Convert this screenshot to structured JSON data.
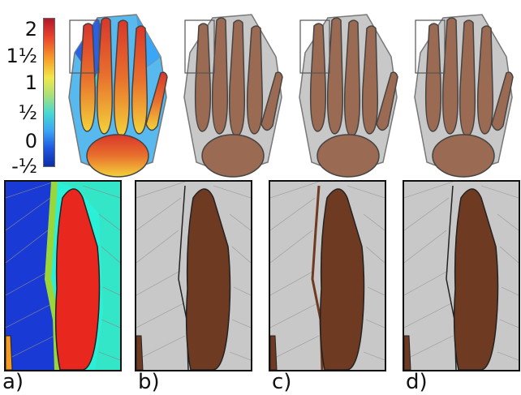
{
  "colorbar": {
    "labels": [
      "2",
      "1½",
      "1",
      "½",
      "0",
      "-½"
    ]
  },
  "panels": [
    {
      "label": "a)"
    },
    {
      "label": "b)"
    },
    {
      "label": "c)"
    },
    {
      "label": "d)"
    }
  ],
  "colors": {
    "bone": "#9a6a52",
    "bone_dark": "#6e3a22",
    "mesh_bg": "#c8c8c8",
    "mesh_line": "#8a8a8a",
    "outline": "#555555"
  }
}
